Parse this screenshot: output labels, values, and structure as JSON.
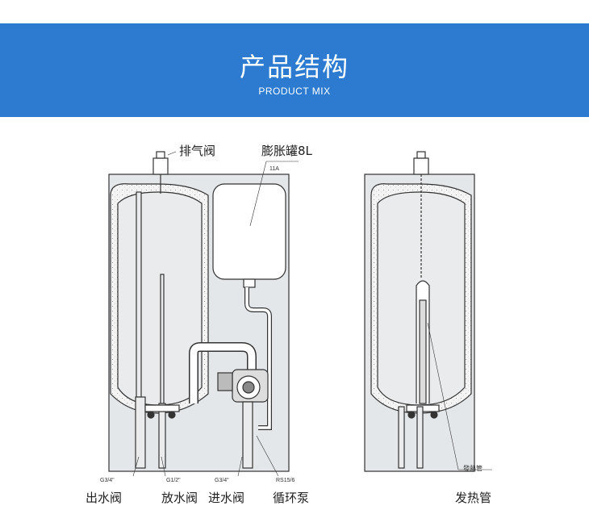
{
  "header": {
    "title": "产品结构",
    "subtitle": "PRODUCT MIX"
  },
  "left_diagram": {
    "callouts": {
      "air_vent": "排气阀",
      "expansion_tank": "膨胀罐8L",
      "tank_code": "11A"
    },
    "spec_labels": {
      "outlet": "G3/4\"",
      "drain": "G1/2\"",
      "inlet": "G3/4\"",
      "pump": "RS15/6"
    },
    "bottom_labels": {
      "outlet": "出水阀",
      "drain": "放水阀",
      "inlet": "进水阀",
      "pump": "循环泵"
    }
  },
  "right_diagram": {
    "heater_tag": "發熱管",
    "bottom_label": "发热管"
  },
  "colors": {
    "banner": "#2d7bd0",
    "panel": "#e4e7e9",
    "line": "#333333"
  }
}
